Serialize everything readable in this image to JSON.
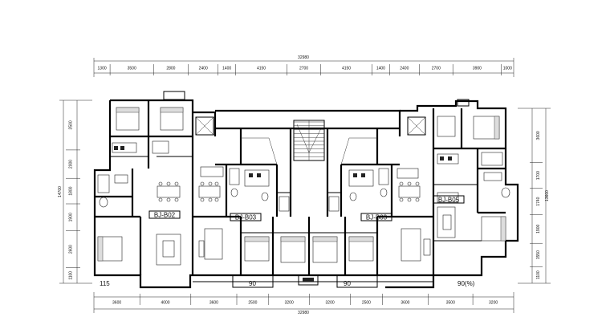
{
  "plan": {
    "top_total": "32980",
    "bottom_total": "32980",
    "top_dims": [
      "1300",
      "3500",
      "2800",
      "2400",
      "1400",
      "4150",
      "2700",
      "4150",
      "1400",
      "2400",
      "2700",
      "3900",
      "1000"
    ],
    "bottom_dims": [
      "3600",
      "4000",
      "3600",
      "2500",
      "3200",
      "3200",
      "2500",
      "3600",
      "3500",
      "3200"
    ],
    "left_dims": [
      "3500",
      "2000",
      "1800",
      "1900",
      "2600",
      "1100"
    ],
    "left_total": "14700",
    "right_dims": [
      "3600",
      "1700",
      "1740",
      "1900",
      "1550",
      "1100"
    ],
    "right_total": "13600",
    "unit_labels": [
      "BJ-B02",
      "BJ-B03",
      "BJ-B03",
      "BJ-B05"
    ],
    "area_labels": [
      "115",
      "90",
      "90",
      "90(%)"
    ]
  },
  "colors": {
    "line": "#000000",
    "background": "#ffffff"
  }
}
